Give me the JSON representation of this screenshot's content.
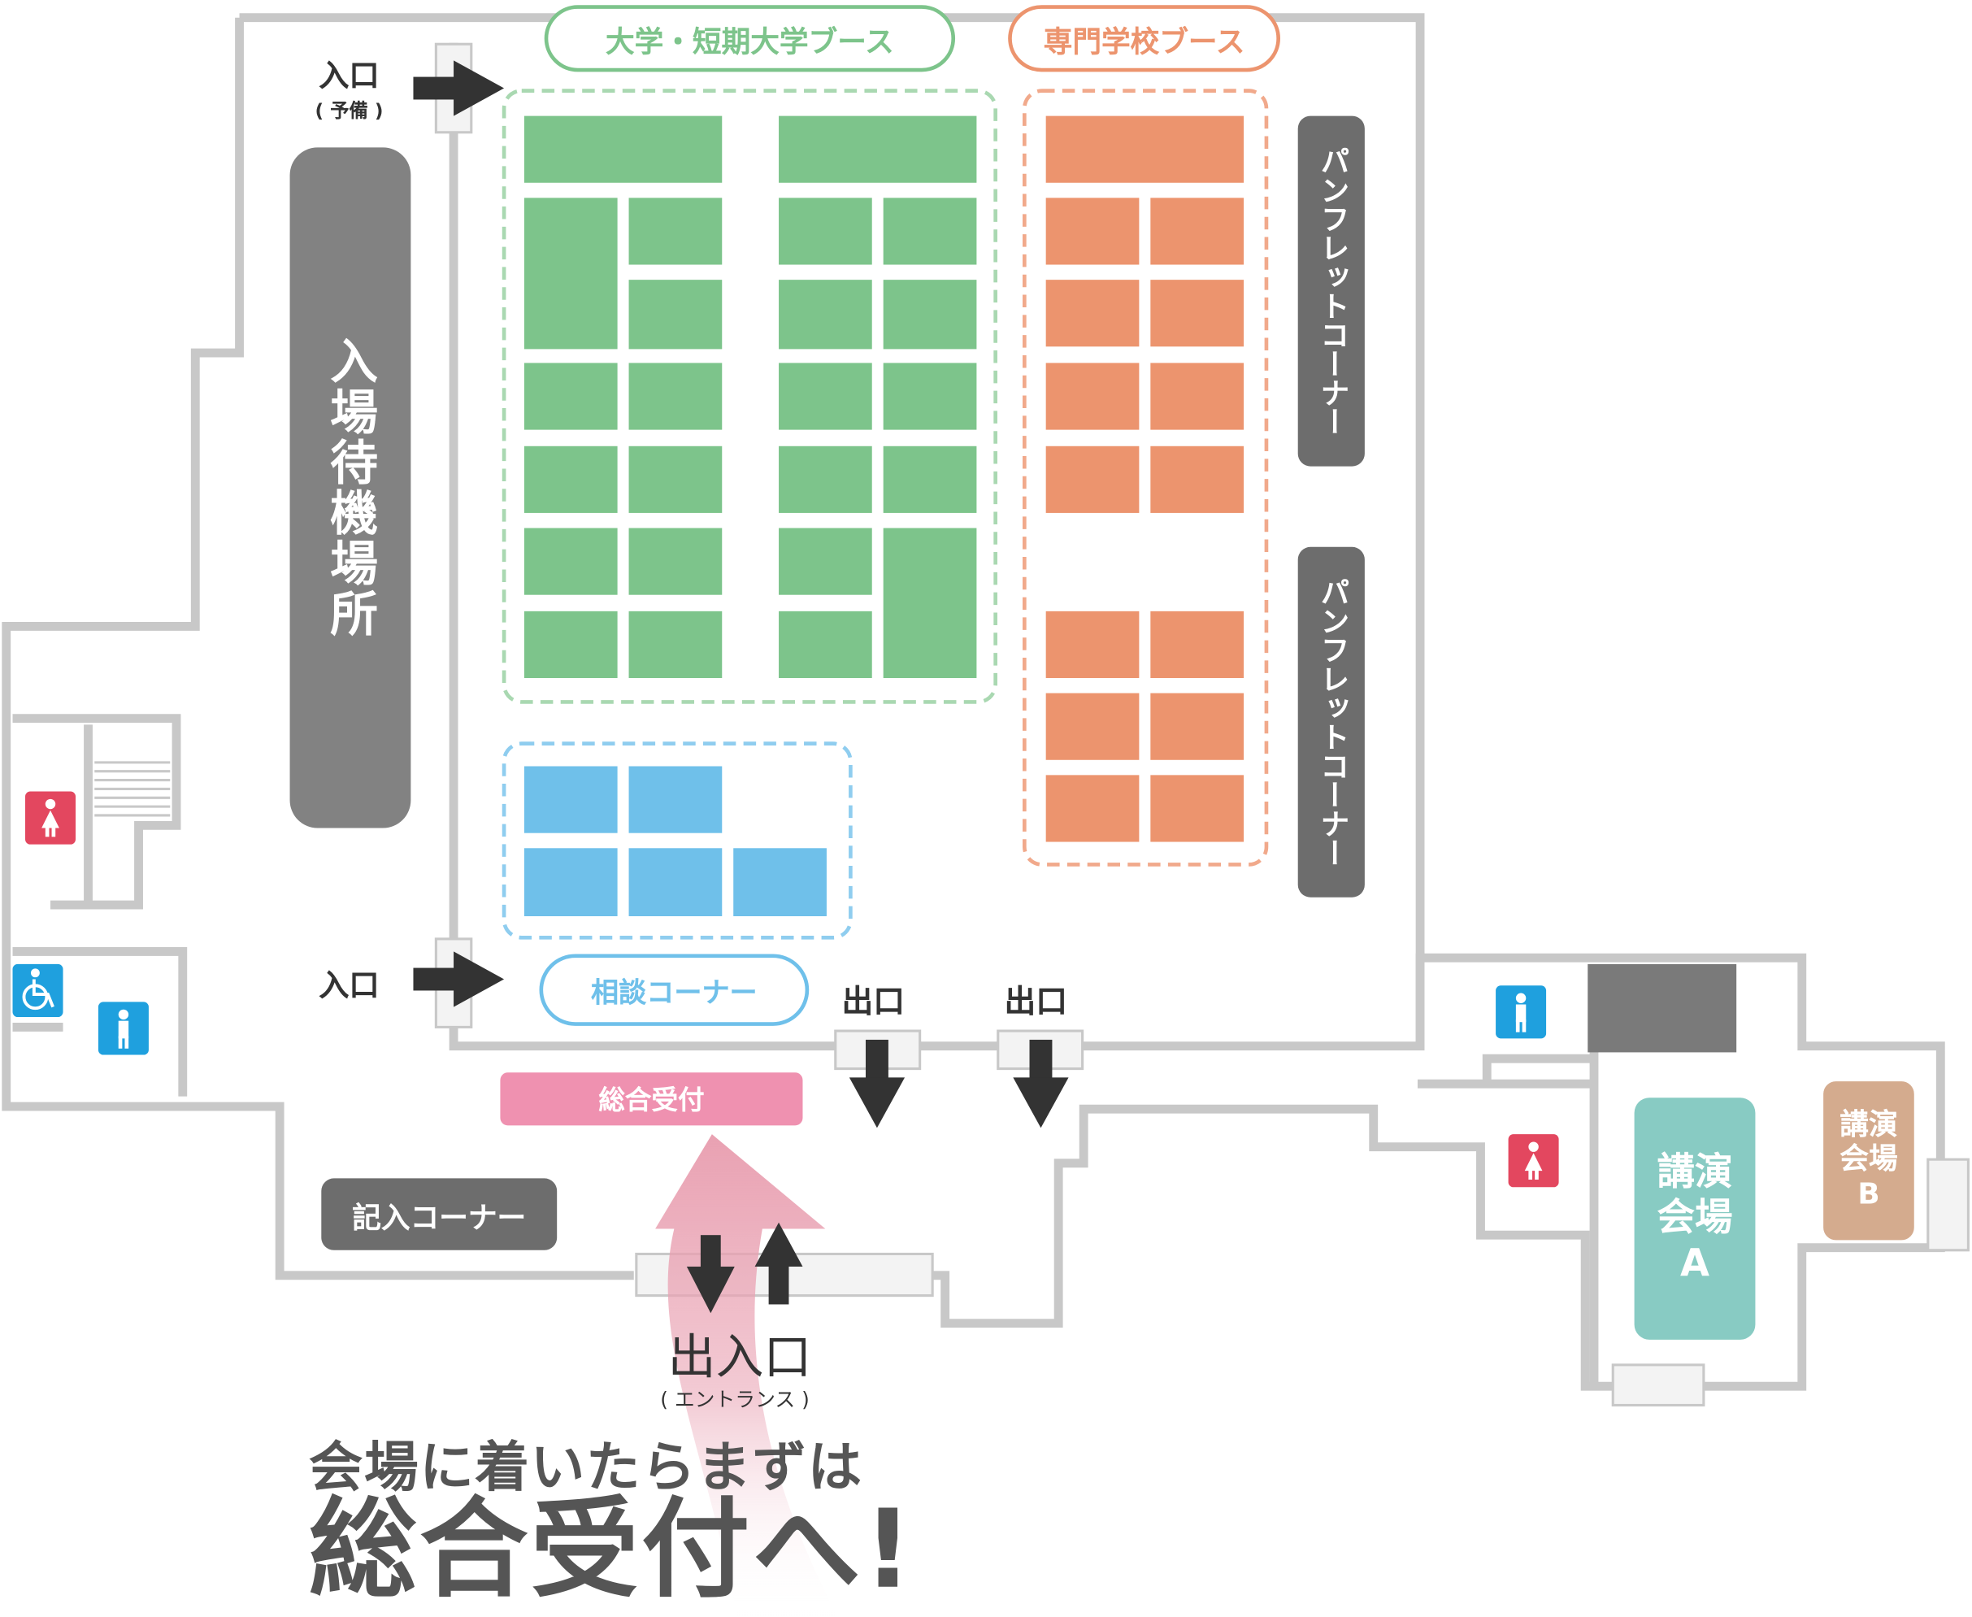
{
  "title_line1": "会場に着いたらまずは",
  "title_line2": "総合受付へ!",
  "labels": {
    "univ_booth": "大学・短期大学ブース",
    "vocational_booth": "専門学校ブース",
    "pamphlet_1": "パンフレットコーナー",
    "pamphlet_2": "パンフレットコーナー",
    "waiting_area": "入場待機場所",
    "consult": "相談コーナー",
    "reception": "総合受付",
    "writing": "記入コーナー",
    "hall_a_1": "講演",
    "hall_a_2": "会場",
    "hall_a_3": "A",
    "hall_b_1": "講演",
    "hall_b_2": "会場",
    "hall_b_3": "B"
  },
  "entrances": {
    "spare_entrance": "入口",
    "spare_note": "( 予備 )",
    "entrance": "入口",
    "exit_1": "出口",
    "exit_2": "出口",
    "main": "出入口",
    "main_note": "( エントランス )"
  },
  "colors": {
    "univ_green": "#7dc48b",
    "vocational_orange": "#ec946e",
    "consult_blue": "#6fc0ea",
    "reception_pink": "#ef91b0",
    "hall_a_teal": "#88cbc3",
    "hall_b_tan": "#d4ab8e",
    "neutral_gray": "#828282",
    "wall_gray": "#c8c8c8"
  },
  "icons": [
    "female-restroom-icon",
    "male-restroom-icon",
    "wheelchair-icon"
  ]
}
